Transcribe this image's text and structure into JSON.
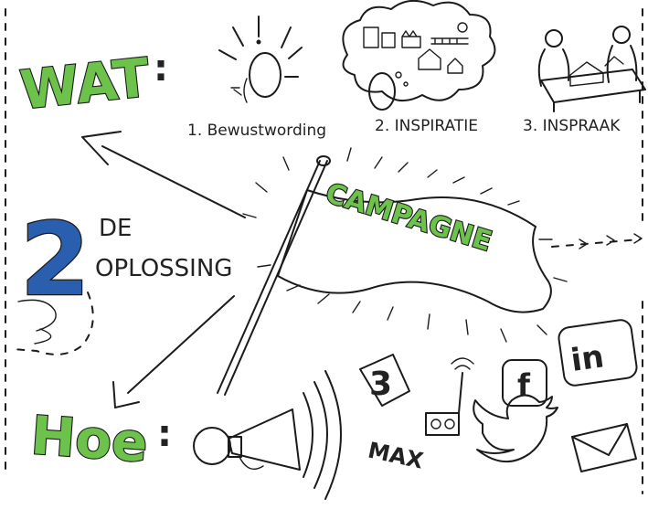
{
  "headings": {
    "wat": "WAT",
    "wat_colon": ":",
    "hoe": "Hoe",
    "hoe_colon": ":"
  },
  "steps": [
    {
      "label": "1. Bewustwording"
    },
    {
      "label": "2. INSPIRATIE"
    },
    {
      "label": "3. INSPRAAK"
    }
  ],
  "solution": {
    "number": "2",
    "line1": "DE",
    "line2": "OPLOSSING"
  },
  "flag": {
    "label": "CAMPAGNE"
  },
  "media": {
    "tv_logo": "3",
    "max_label": "MAX",
    "facebook": "f",
    "linkedin": "in"
  },
  "colors": {
    "green": "#6cc24a",
    "blue": "#2a5fb0",
    "ink": "#1b1b1b"
  }
}
